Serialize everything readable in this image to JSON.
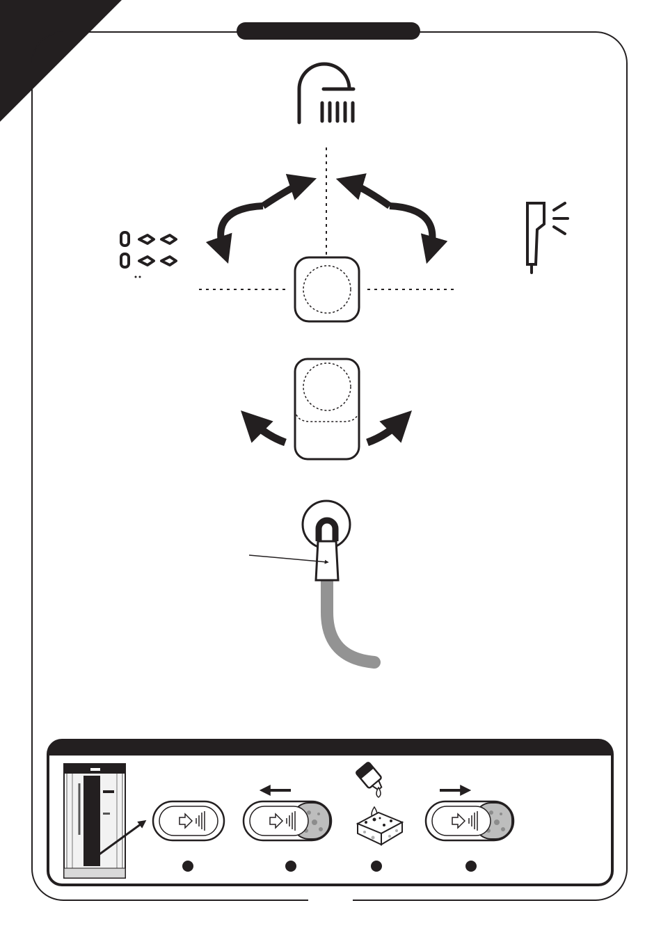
{
  "colors": {
    "ink": "#231f20",
    "hose": "#939393",
    "cartridge_fill": "#bdbdbd",
    "background": "#ffffff"
  },
  "icons": {
    "overhead_shower": "overhead-shower-icon",
    "hand_shower": "hand-shower-icon",
    "side_jets": "body-jets-icon",
    "cleaning": "detergent-sponge-icon",
    "cabin": "shower-cabin-thumbnail"
  },
  "header": {
    "label": ""
  },
  "maintenance": {
    "title": "",
    "steps": [
      {
        "id": "step-1",
        "icon": "aerator-cartridge-closed"
      },
      {
        "id": "step-2",
        "icon": "aerator-cartridge-remove"
      },
      {
        "id": "step-3",
        "icon": "detergent-sponge-icon"
      },
      {
        "id": "step-4",
        "icon": "aerator-cartridge-insert"
      }
    ]
  }
}
